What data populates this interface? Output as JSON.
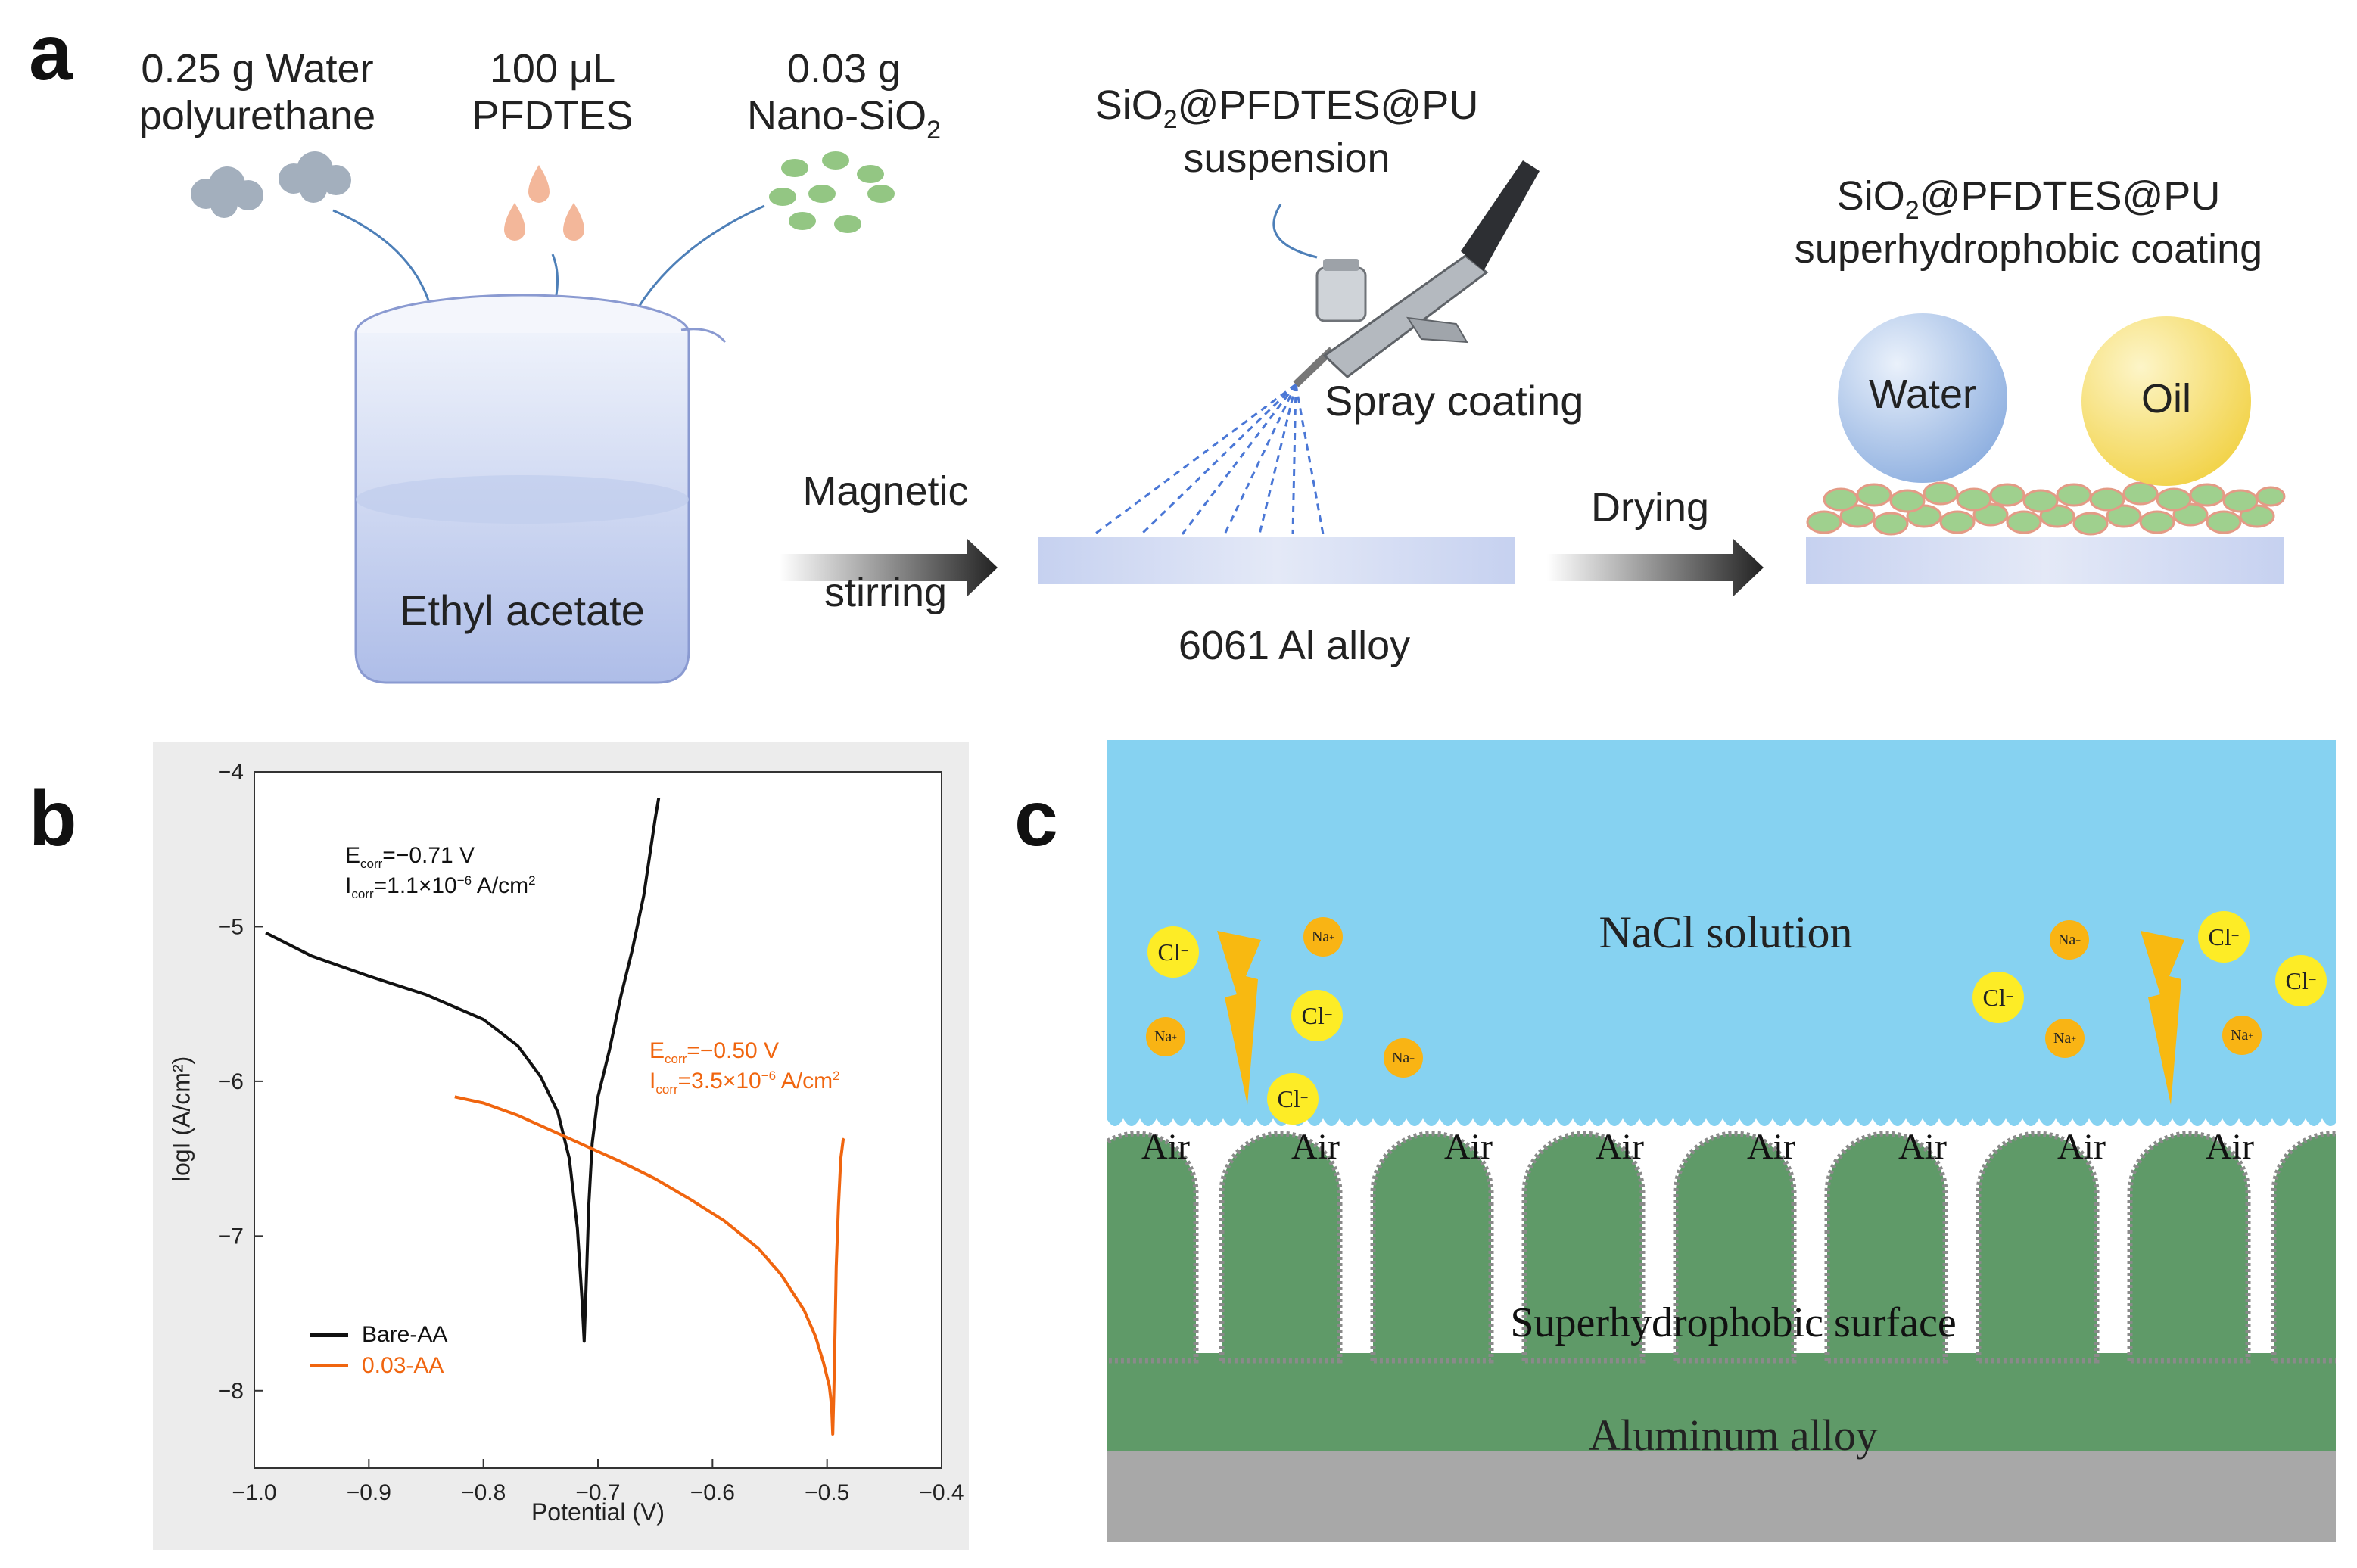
{
  "panels": {
    "a": "a",
    "b": "b",
    "c": "c"
  },
  "panel_a": {
    "ingredients": [
      {
        "line1": "0.25 g Water",
        "line2": "polyurethane"
      },
      {
        "line1": "100 μL",
        "line2": "PFDTES"
      },
      {
        "line1": "0.03 g",
        "line2": "Nano-SiO",
        "sub": "2"
      }
    ],
    "beaker_label": "Ethyl acetate",
    "step1": {
      "line1": "Magnetic",
      "line2": "stirring"
    },
    "suspension": {
      "pre": "SiO",
      "sub": "2",
      "post": "@PFDTES@PU",
      "line2": "suspension"
    },
    "spray_label": "Spray coating",
    "substrate_label": "6061 Al alloy",
    "step2": "Drying",
    "coating": {
      "pre": "SiO",
      "sub": "2",
      "post": "@PFDTES@PU",
      "line2": "superhydrophobic coating"
    },
    "droplets": [
      "Water",
      "Oil"
    ],
    "colors": {
      "gray_cloud": "#a3afbd",
      "pfdtes_drop": "#f3b79a",
      "silica": "#93c683",
      "beaker": "#c9d4ef",
      "water_drop": "#9fbce6",
      "oil_drop": "#f6dc6a"
    }
  },
  "panel_b": {
    "annotation_black": {
      "e_label": "E",
      "e_sub": "corr",
      "e_val": "=−0.71 V",
      "i_label": "I",
      "i_sub": "corr",
      "i_val": "=1.1×10",
      "i_exp": "−6",
      "i_unit": " A/cm",
      "i_unit_exp": "2"
    },
    "annotation_orange": {
      "e_label": "E",
      "e_sub": "corr",
      "e_val": "=−0.50 V",
      "i_label": "I",
      "i_sub": "corr",
      "i_val": "=3.5×10",
      "i_exp": "−6",
      "i_unit": " A/cm",
      "i_unit_exp": "2"
    }
  },
  "chart_data": {
    "type": "line",
    "xlabel": "Potential (V)",
    "ylabel": "logI (A/cm²)",
    "xlim": [
      -1.0,
      -0.4
    ],
    "ylim": [
      -8.5,
      -4.0
    ],
    "xticks": [
      "−1.0",
      "−0.9",
      "−0.8",
      "−0.7",
      "−0.6",
      "−0.5",
      "−0.4"
    ],
    "yticks": [
      "−8",
      "−7",
      "−6",
      "−5",
      "−4"
    ],
    "grid": false,
    "legend_position": "bottom-left",
    "series": [
      {
        "name": "Bare-AA",
        "color": "#111111",
        "x": [
          -0.99,
          -0.95,
          -0.9,
          -0.85,
          -0.8,
          -0.77,
          -0.75,
          -0.735,
          -0.725,
          -0.718,
          -0.714,
          -0.712,
          -0.71,
          -0.708,
          -0.705,
          -0.7,
          -0.69,
          -0.68,
          -0.67,
          -0.66,
          -0.655,
          -0.65,
          -0.647
        ],
        "y": [
          -5.04,
          -5.19,
          -5.32,
          -5.44,
          -5.6,
          -5.77,
          -5.97,
          -6.2,
          -6.5,
          -6.95,
          -7.4,
          -7.68,
          -7.25,
          -6.8,
          -6.4,
          -6.1,
          -5.8,
          -5.45,
          -5.15,
          -4.8,
          -4.55,
          -4.3,
          -4.17
        ]
      },
      {
        "name": "0.03-AA",
        "color": "#f0650f",
        "x": [
          -0.825,
          -0.8,
          -0.77,
          -0.74,
          -0.71,
          -0.68,
          -0.65,
          -0.62,
          -0.59,
          -0.56,
          -0.54,
          -0.52,
          -0.51,
          -0.503,
          -0.498,
          -0.496,
          -0.495,
          -0.494,
          -0.493,
          -0.492,
          -0.49,
          -0.488,
          -0.486,
          -0.485
        ],
        "y": [
          -6.1,
          -6.14,
          -6.22,
          -6.32,
          -6.42,
          -6.52,
          -6.63,
          -6.76,
          -6.9,
          -7.08,
          -7.25,
          -7.48,
          -7.65,
          -7.82,
          -7.97,
          -8.1,
          -8.28,
          -8.0,
          -7.6,
          -7.2,
          -6.8,
          -6.5,
          -6.38,
          -6.37
        ]
      }
    ]
  },
  "panel_c": {
    "solution_label": "NaCl solution",
    "air_label": "Air",
    "surface_label": "Superhydrophobic surface",
    "alloy_label": "Aluminum alloy",
    "cl_label": "Cl",
    "cl_sup": "−",
    "na_label": "Na",
    "na_sup": "+",
    "colors": {
      "solution": "#86d2f1",
      "surface": "#5f9a68",
      "alloy": "#a8a8a8",
      "chloride": "#fdec26",
      "sodium": "#f9b414",
      "bolt": "#f8b911"
    }
  }
}
